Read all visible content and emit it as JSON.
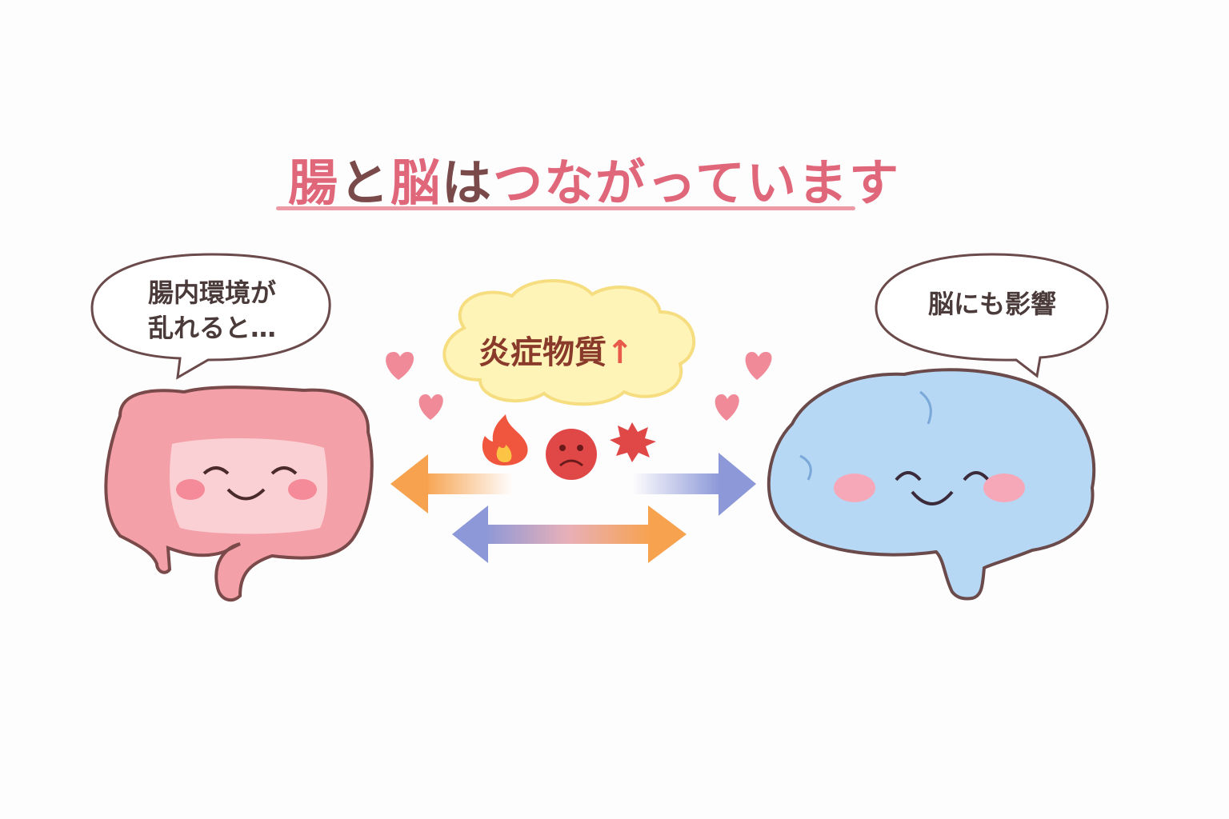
{
  "title": {
    "part1": "腸",
    "part2": "と",
    "part3": "脳",
    "part4": "は",
    "part5": "つながっています"
  },
  "left_bubble": {
    "line1": "腸内環境が",
    "line2": "乱れると…"
  },
  "right_bubble": {
    "text": "脳にも影響"
  },
  "center_cloud": {
    "text": "炎症物質",
    "arrow": "↑"
  },
  "colors": {
    "title_pink": "#e0667a",
    "intestine": "#f4a0a8",
    "brain": "#b6d8f4",
    "arrow_orange": "#f7a24e",
    "arrow_blue": "#8c98d8"
  }
}
